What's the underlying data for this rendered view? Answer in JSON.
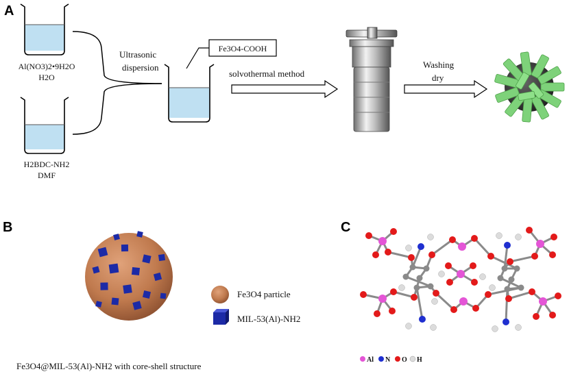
{
  "panels": {
    "a": {
      "letter": "A"
    },
    "b": {
      "letter": "B"
    },
    "c": {
      "letter": "C"
    }
  },
  "panel_a": {
    "beaker1_label_line1": "Al(NO3)2•9H2O",
    "beaker1_label_line2": "H2O",
    "beaker2_label_line1": "H2BDC-NH2",
    "beaker2_label_line2": "DMF",
    "step1_line1": "Ultrasonic",
    "step1_line2": "dispersion",
    "additive_box": "Fe3O4-COOH",
    "step2": "solvothermal method",
    "step3_line1": "Washing",
    "step3_line2": "dry"
  },
  "panel_b": {
    "legend_particle": "Fe3O4 particle",
    "legend_mof": "MIL-53(Al)-NH2",
    "caption": "Fe3O4@MIL-53(Al)-NH2 with core-shell structure"
  },
  "panel_c": {
    "legend": [
      "Al",
      "N",
      "O",
      "H"
    ]
  },
  "colors": {
    "liquid": "#bfe0f2",
    "core": "#c07a4e",
    "mof_cube": "#1c2aa6",
    "rod": "#7ed27a",
    "atom_al": "#e455d6",
    "atom_n": "#1f2fd0",
    "atom_o": "#e31a1a",
    "atom_h": "#dcdcdc",
    "atom_c": "#8a8a8a"
  }
}
